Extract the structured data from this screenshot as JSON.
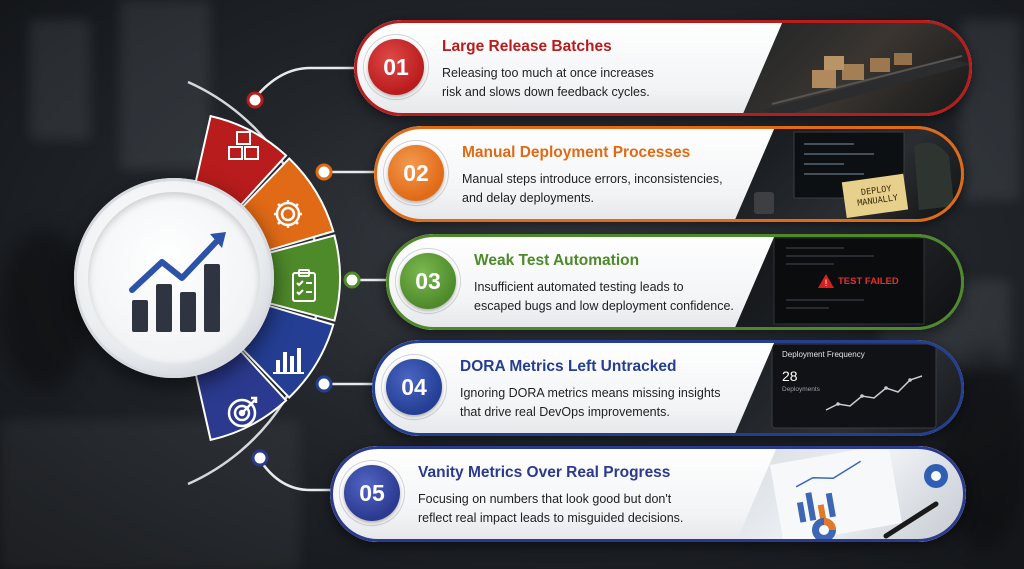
{
  "colors": {
    "item1": "#b91c1c",
    "item2": "#e06a16",
    "item3": "#4e8a2a",
    "item4": "#243e94",
    "item5": "#2b3a8f"
  },
  "hub": {
    "icon": "growth-chart-icon"
  },
  "items": [
    {
      "number": "01",
      "title": "Large Release Batches",
      "desc_line1": "Releasing too much at once increases",
      "desc_line2": "risk and slows down feedback cycles.",
      "segment_icon": "boxes-icon",
      "photo": "conveyor-boxes-photo"
    },
    {
      "number": "02",
      "title": "Manual Deployment Processes",
      "desc_line1": "Manual steps introduce errors, inconsistencies,",
      "desc_line2": "and delay deployments.",
      "segment_icon": "gear-icon",
      "photo": "deploy-manually-note-photo",
      "photo_text": "DEPLOY MANUALLY"
    },
    {
      "number": "03",
      "title": "Weak Test Automation",
      "desc_line1": "Insufficient automated testing leads to",
      "desc_line2": "escaped bugs and low deployment confidence.",
      "segment_icon": "clipboard-checklist-icon",
      "photo": "test-failed-screen-photo",
      "photo_text": "TEST FAILED"
    },
    {
      "number": "04",
      "title": "DORA Metrics Left Untracked",
      "desc_line1": "Ignoring DORA metrics means missing insights",
      "desc_line2": "that drive real DevOps improvements.",
      "segment_icon": "bar-chart-icon",
      "photo": "deployment-frequency-dashboard-photo",
      "photo_text": "Deployment Frequency",
      "photo_value": "28",
      "photo_sub": "Deployments"
    },
    {
      "number": "05",
      "title": "Vanity Metrics Over Real Progress",
      "desc_line1": "Focusing on numbers that look good but don't",
      "desc_line2": "reflect real impact leads to misguided decisions.",
      "segment_icon": "target-icon",
      "photo": "printed-charts-pen-photo"
    }
  ]
}
